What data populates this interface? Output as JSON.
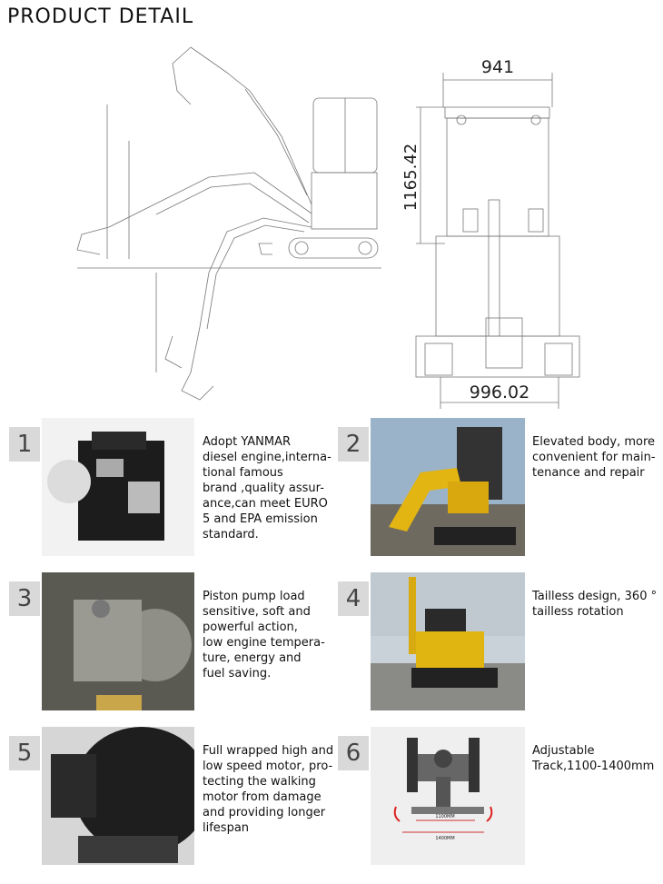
{
  "page_title": "PRODUCT DETAIL",
  "drawing": {
    "top_width": "941",
    "height_dim": "1165.42",
    "bottom_width": "996.02"
  },
  "features": [
    {
      "number": "1",
      "text": "Adopt YANMAR\ndiesel engine,interna-\ntional famous\nbrand ,quality assur-\nance,can meet EURO\n5 and EPA emission\nstandard."
    },
    {
      "number": "2",
      "text": "Elevated body, more\nconvenient for main-\ntenance and repair"
    },
    {
      "number": "3",
      "text": "Piston pump load\nsensitive, soft and\npowerful action,\nlow engine tempera-\nture, energy and\nfuel saving."
    },
    {
      "number": "4",
      "text": "Tailless design, 360 °\ntailless rotation"
    },
    {
      "number": "5",
      "text": "Full wrapped high and\nlow speed motor, pro-\ntecting the walking\nmotor from damage\nand providing longer\nlifespan"
    },
    {
      "number": "6",
      "text": "Adjustable\nTrack,1100-1400mm"
    }
  ],
  "track_photo_labels": {
    "label_a": "1100MM",
    "label_b": "1400MM"
  }
}
